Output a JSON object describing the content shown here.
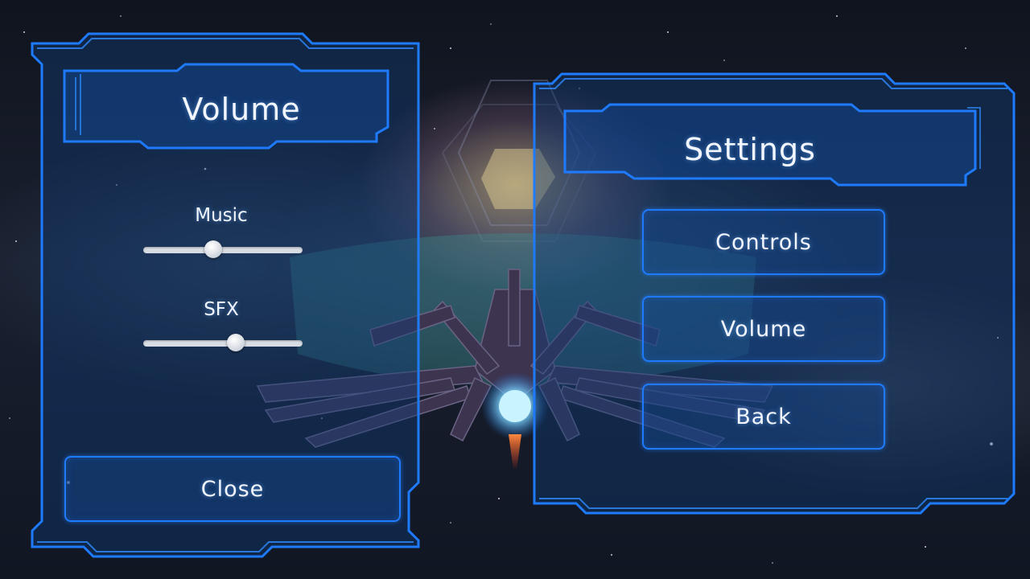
{
  "volume_panel": {
    "title": "Volume",
    "music_label": "Music",
    "music_level": 0.44,
    "sfx_label": "SFX",
    "sfx_level": 0.58,
    "close_label": "Close"
  },
  "settings_panel": {
    "title": "Settings",
    "buttons": [
      {
        "label": "Controls"
      },
      {
        "label": "Volume"
      },
      {
        "label": "Back"
      }
    ]
  },
  "colors": {
    "frame": "#1e7bff",
    "panel_fill": "#0f3a73",
    "text": "#f2f6ff",
    "engine_glow": "#5fd0ff"
  }
}
